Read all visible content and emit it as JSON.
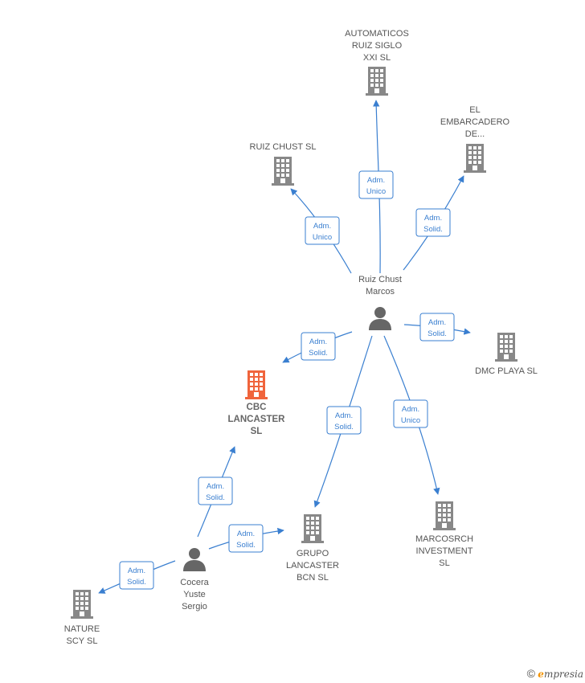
{
  "nodes": [
    {
      "id": "automaticos",
      "type": "company",
      "lines": [
        "AUTOMATICOS",
        "RUIZ SIGLO",
        "XXI SL"
      ],
      "color": "#888888"
    },
    {
      "id": "el-embarcadero",
      "type": "company",
      "lines": [
        "EL",
        "EMBARCADERO",
        "DE..."
      ],
      "color": "#888888"
    },
    {
      "id": "ruiz-chust-sl",
      "type": "company",
      "lines": [
        "RUIZ CHUST SL"
      ],
      "color": "#888888"
    },
    {
      "id": "ruiz-chust-marcos",
      "type": "person",
      "lines": [
        "Ruiz Chust",
        "Marcos"
      ],
      "color": "#666666"
    },
    {
      "id": "dmc-playa",
      "type": "company",
      "lines": [
        "DMC PLAYA  SL"
      ],
      "color": "#888888"
    },
    {
      "id": "cbc-lancaster",
      "type": "company",
      "lines": [
        "CBC",
        "LANCASTER",
        "SL"
      ],
      "color": "#f0643c",
      "focus": true
    },
    {
      "id": "grupo-lancaster",
      "type": "company",
      "lines": [
        "GRUPO",
        "LANCASTER",
        "BCN  SL"
      ],
      "color": "#888888"
    },
    {
      "id": "marcosrch",
      "type": "company",
      "lines": [
        "MARCOSRCH",
        "INVESTMENT",
        "SL"
      ],
      "color": "#888888"
    },
    {
      "id": "cocera-yuste",
      "type": "person",
      "lines": [
        "Cocera",
        "Yuste",
        "Sergio"
      ],
      "color": "#666666"
    },
    {
      "id": "nature-scy",
      "type": "company",
      "lines": [
        "NATURE",
        "SCY  SL"
      ],
      "color": "#888888"
    }
  ],
  "edges": [
    {
      "from": "ruiz-chust-marcos",
      "to": "automaticos",
      "label": [
        "Adm.",
        "Unico"
      ]
    },
    {
      "from": "ruiz-chust-marcos",
      "to": "el-embarcadero",
      "label": [
        "Adm.",
        "Solid."
      ]
    },
    {
      "from": "ruiz-chust-marcos",
      "to": "ruiz-chust-sl",
      "label": [
        "Adm.",
        "Unico"
      ]
    },
    {
      "from": "ruiz-chust-marcos",
      "to": "dmc-playa",
      "label": [
        "Adm.",
        "Solid."
      ]
    },
    {
      "from": "ruiz-chust-marcos",
      "to": "cbc-lancaster",
      "label": [
        "Adm.",
        "Solid."
      ]
    },
    {
      "from": "ruiz-chust-marcos",
      "to": "grupo-lancaster",
      "label": [
        "Adm.",
        "Solid."
      ]
    },
    {
      "from": "ruiz-chust-marcos",
      "to": "marcosrch",
      "label": [
        "Adm.",
        "Unico"
      ]
    },
    {
      "from": "cocera-yuste",
      "to": "cbc-lancaster",
      "label": [
        "Adm.",
        "Solid."
      ]
    },
    {
      "from": "cocera-yuste",
      "to": "grupo-lancaster",
      "label": [
        "Adm.",
        "Solid."
      ]
    },
    {
      "from": "cocera-yuste",
      "to": "nature-scy",
      "label": [
        "Adm.",
        "Solid."
      ]
    }
  ],
  "colors": {
    "edge": "#3a7fd0",
    "company": "#888888",
    "focus": "#f0643c",
    "person": "#666666"
  },
  "watermark": {
    "symbol": "©",
    "brand_initial": "e",
    "brand_rest": "mpresia"
  }
}
